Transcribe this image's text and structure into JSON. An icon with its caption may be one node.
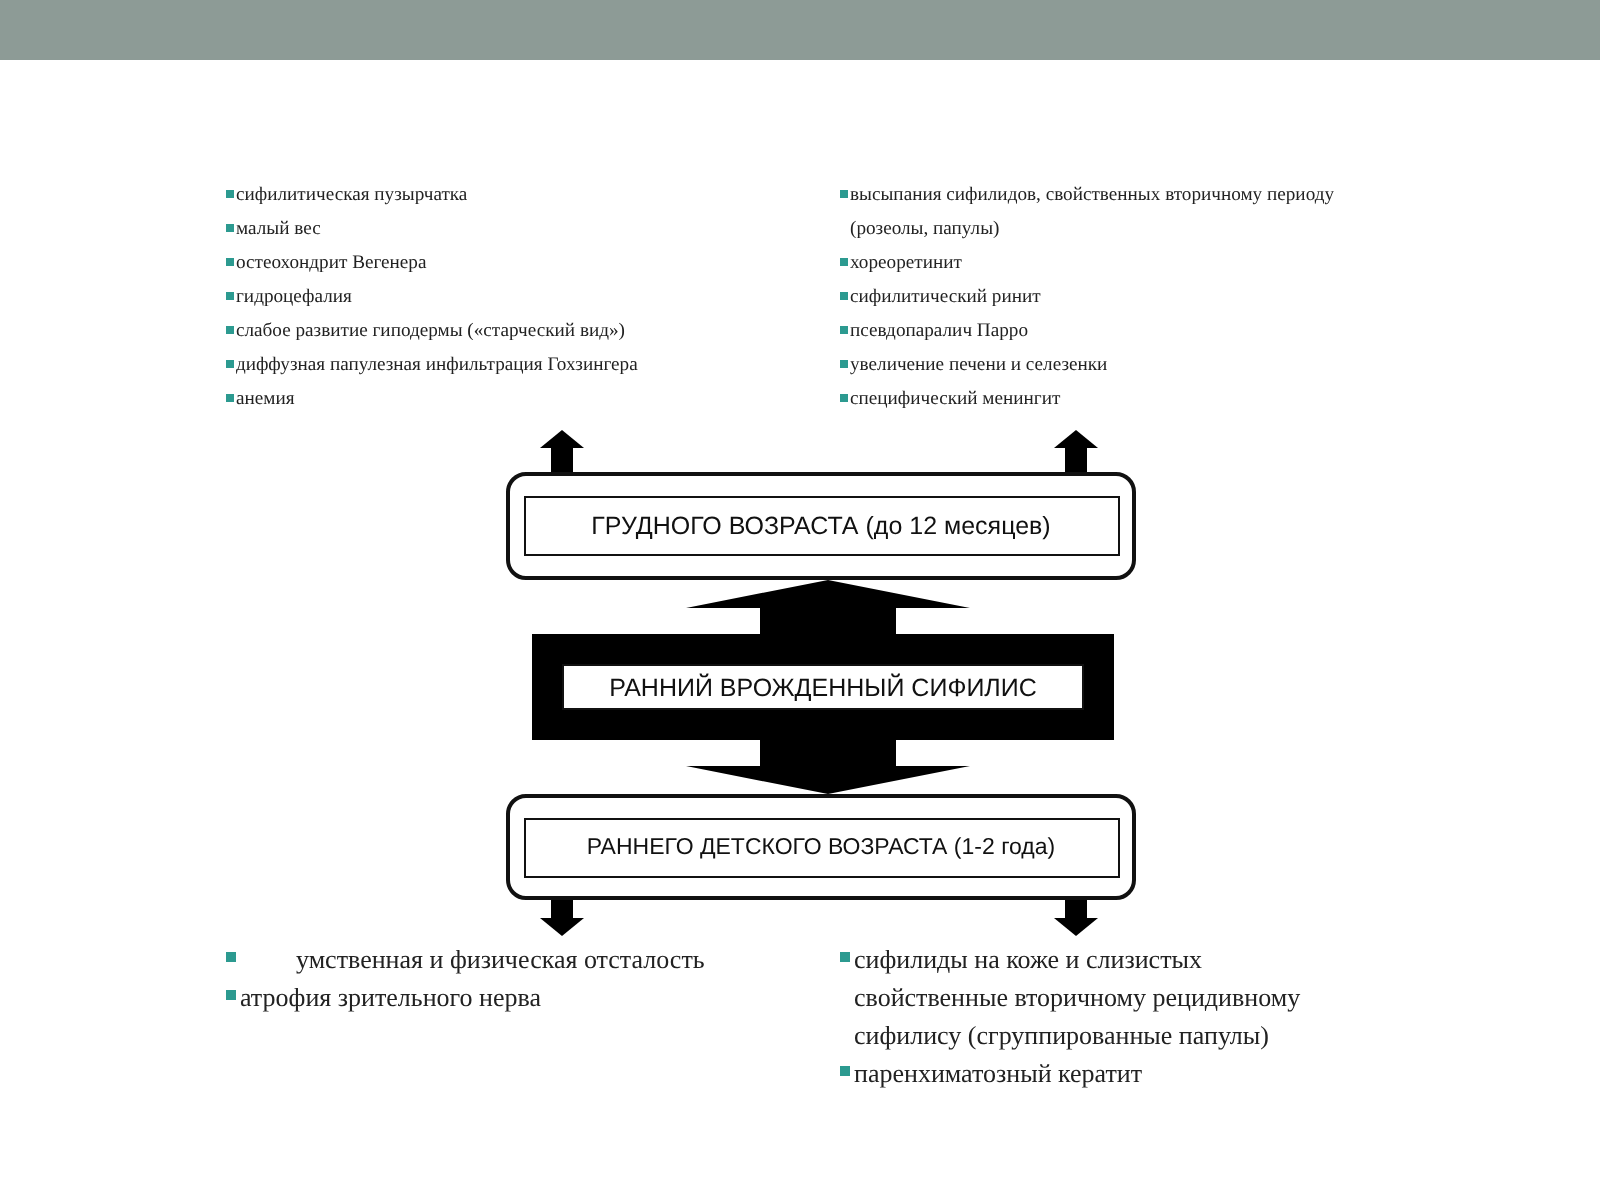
{
  "diagram": {
    "nodes": [
      {
        "text": [
          "сифилитическая пузырчатка",
          "малый вес",
          "остеохондрит Вегенера",
          "гидроцефалия",
          "слабое развитие гиподермы («старческий вид»)",
          "диффузная папулезная инфильтрация Гохзингера",
          "анемия"
        ]
      },
      {
        "text": [
          "высыпания сифилидов, свойственных вторичному периоду (розеолы, папулы)",
          "хореоретинит",
          "сифилитический ринит",
          "псевдопаралич Парро",
          "увеличение печени и селезенки",
          "специфический менингит"
        ]
      },
      {
        "text": [
          "ГРУДНОГО ВОЗРАСТА (до 12 месяцев)"
        ]
      },
      {
        "text": [
          "РАННИЙ ВРОЖДЕННЫЙ СИФИЛИС"
        ]
      },
      {
        "text": [
          "РАННЕГО ДЕТСКОГО ВОЗРАСТА (1-2 года)"
        ]
      },
      {
        "text": [
          "умственная и физическая отсталость",
          "атрофия зрительного нерва"
        ]
      },
      {
        "text": [
          "сифилиды на коже и слизистых свойственные вторичному рецидивному сифилису (сгруппированные папулы)",
          "паренхиматозный кератит"
        ]
      }
    ],
    "edges": [
      {
        "from": 2,
        "to": 0,
        "arrow": "to"
      },
      {
        "from": 2,
        "to": 1,
        "arrow": "to"
      },
      {
        "from": 3,
        "to": 2,
        "arrow": "to",
        "style": "thick"
      },
      {
        "from": 3,
        "to": 4,
        "arrow": "to",
        "style": "thick"
      },
      {
        "from": 4,
        "to": 5,
        "arrow": "to"
      },
      {
        "from": 4,
        "to": 6,
        "arrow": "to"
      }
    ]
  }
}
